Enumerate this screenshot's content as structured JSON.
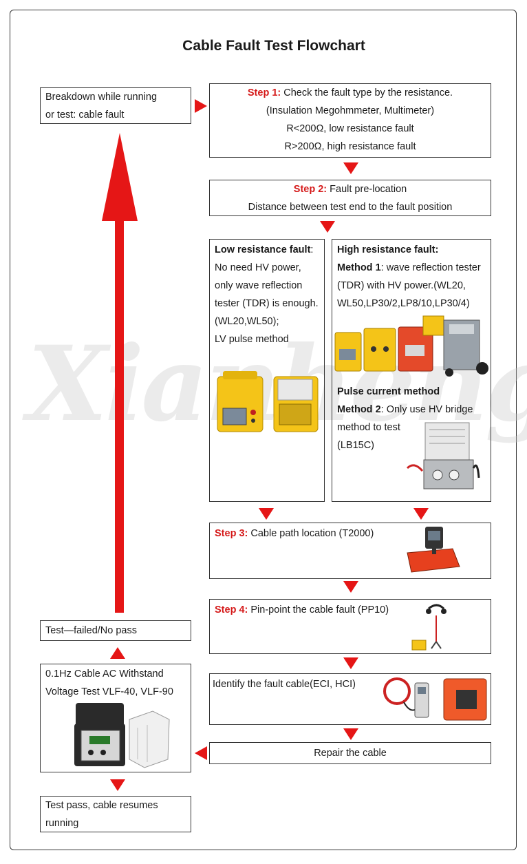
{
  "title": "Cable Fault Test Flowchart",
  "watermark": "Xianheng",
  "breakdown": {
    "line1": "Breakdown while running",
    "line2": "or test: cable fault"
  },
  "step1": {
    "label": "Step 1:",
    "line1": " Check the fault type by the resistance.",
    "line2": "(Insulation Megohmmeter, Multimeter)",
    "line3": "R<200Ω, low resistance fault",
    "line4": "R>200Ω, high resistance fault"
  },
  "step2": {
    "label": "Step 2:",
    "line1": " Fault pre-location",
    "line2": "Distance between test end to the fault position"
  },
  "low": {
    "heading": "Low resistance fault",
    "colon": ":",
    "lines": [
      "No need HV power,",
      "only wave reflection",
      "tester (TDR) is enough.",
      "(WL20,WL50);",
      "LV pulse method"
    ]
  },
  "high": {
    "heading": "High resistance fault:",
    "method1_label": "Method 1",
    "method1_text": ": wave reflection tester",
    "method1_lines": [
      "(TDR) with HV power.(WL20,",
      "WL50,LP30/2,LP8/10,LP30/4)"
    ],
    "pulse_heading": "Pulse current method",
    "method2_label": "Method 2",
    "method2_text": ": Only use HV bridge",
    "method2_lines": [
      "method to test",
      "(LB15C)"
    ]
  },
  "step3": {
    "label": "Step 3:",
    "text": "  Cable path location (T2000)"
  },
  "step4": {
    "label": "Step 4:",
    "text": " Pin-point the cable fault (PP10)"
  },
  "identify": {
    "text": "Identify the fault cable(ECI, HCI)"
  },
  "repair": {
    "text": "Repair the cable"
  },
  "vlf": {
    "line1": "0.1Hz Cable AC Withstand",
    "line2": "Voltage Test VLF-40, VLF-90"
  },
  "failed": {
    "text": "Test—failed/No pass"
  },
  "pass": {
    "line1": "Test pass, cable resumes",
    "line2": "running"
  },
  "colors": {
    "accent": "#e51616",
    "step_label": "#d51a1a",
    "border": "#333333"
  }
}
